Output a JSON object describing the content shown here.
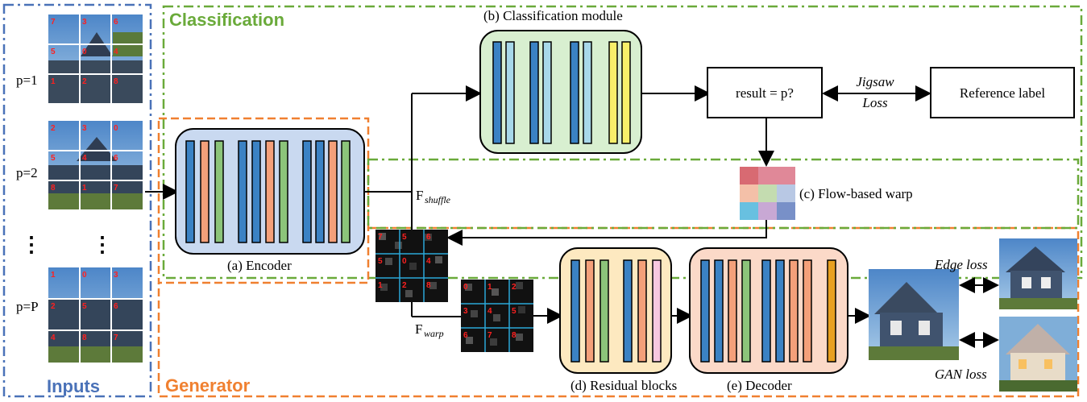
{
  "regions": {
    "classification": "Classification",
    "generator": "Generator",
    "inputs": "Inputs"
  },
  "inputs": {
    "p1": "p=1",
    "p2": "p=2",
    "pP": "p=P",
    "dots": "⋮"
  },
  "modules": {
    "encoder": "(a) Encoder",
    "classification": "(b) Classification module",
    "warp": "(c) Flow-based warp",
    "residual": "(d) Residual blocks",
    "decoder": "(e) Decoder"
  },
  "boxes": {
    "result": "result = p?",
    "reference": "Reference label"
  },
  "features": {
    "f_shuffle_main": "F",
    "f_shuffle_sub": "shuffle",
    "f_warp_main": "F",
    "f_warp_sub": "warp"
  },
  "losses": {
    "jigsaw_1": "Jigsaw",
    "jigsaw_2": "Loss",
    "edge": "Edge loss",
    "gan": "GAN loss"
  },
  "grid_shuffled": [
    "7",
    "5",
    "6",
    "5",
    "0",
    "4",
    "1",
    "2",
    "8"
  ],
  "grid_warped": [
    "0",
    "1",
    "2",
    "3",
    "4",
    "5",
    "6",
    "7",
    "8"
  ],
  "colors": {
    "green_region": "#6aaa3a",
    "orange_region": "#f08030",
    "blue_region": "#4a72b8",
    "encoder_bg": "#c9d9f0",
    "classifier_bg": "#d8efd0",
    "residual_bg": "#fde9c0",
    "decoder_bg": "#fbd9c8",
    "bar_blue": "#3b82c4",
    "bar_orange": "#f4a07a",
    "bar_green": "#8cc47a",
    "bar_lightblue": "#a8d8ea",
    "bar_yellow": "#f8ef6a",
    "bar_pink": "#f8c8e0",
    "bar_gold": "#e8a020"
  }
}
